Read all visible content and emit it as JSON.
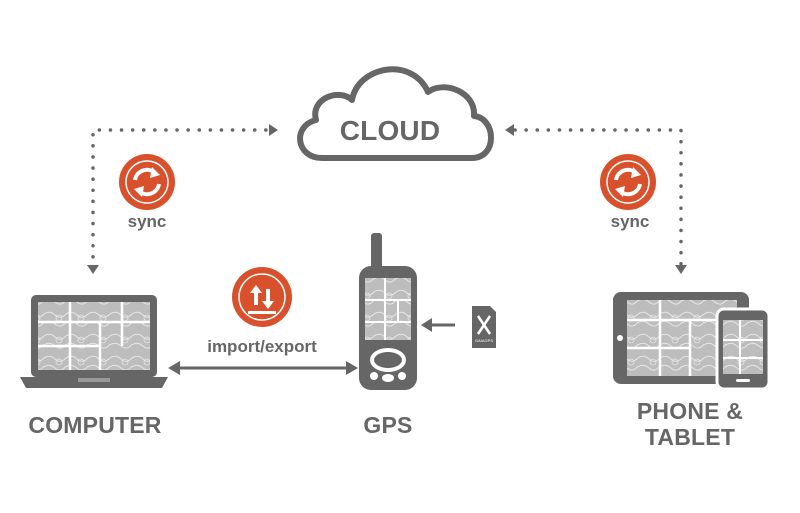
{
  "cloud": {
    "label": "CLOUD"
  },
  "sync_left": {
    "label": "sync"
  },
  "sync_right": {
    "label": "sync"
  },
  "transfer": {
    "label": "import/export"
  },
  "devices": {
    "computer": "COMPUTER",
    "gps": "GPS",
    "phone_tablet_line1": "PHONE &",
    "phone_tablet_line2": "TABLET"
  },
  "sd_card": {
    "label": "GAIAGPS"
  },
  "colors": {
    "accent": "#d9512c",
    "device": "#666666",
    "map": "#bdbdbd",
    "dots": "#666666"
  },
  "icons": [
    "cloud-icon",
    "sync-icon",
    "import-export-icon",
    "laptop-icon",
    "gps-device-icon",
    "sd-card-icon",
    "tablet-icon",
    "phone-icon"
  ]
}
